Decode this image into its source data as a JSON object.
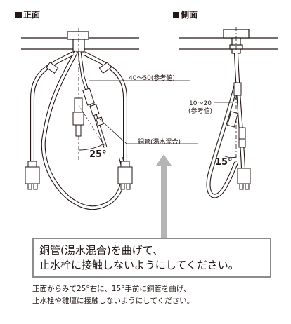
{
  "views": {
    "front_label": "正面",
    "side_label": "側面"
  },
  "front": {
    "dim_label": "40～50(参考値)",
    "pipe_label": "銅管(湯水混合)",
    "angle_label": "25°"
  },
  "side": {
    "dim_value": "10～20",
    "dim_note": "(参考値)",
    "angle_label": "15°"
  },
  "callout": {
    "line1": "銅管(湯水混合)を曲げて、",
    "line2": "止水栓に接触しないようにしてください。"
  },
  "note": {
    "line1": "正面からみて25°右に、15°手前に銅管を曲げ、",
    "line2": "止水栓や雛壇に接触しないようにしてください。"
  },
  "colors": {
    "line": "#231815",
    "callout_border": "#8c8c8c",
    "arrow": "#b5b5b5"
  }
}
